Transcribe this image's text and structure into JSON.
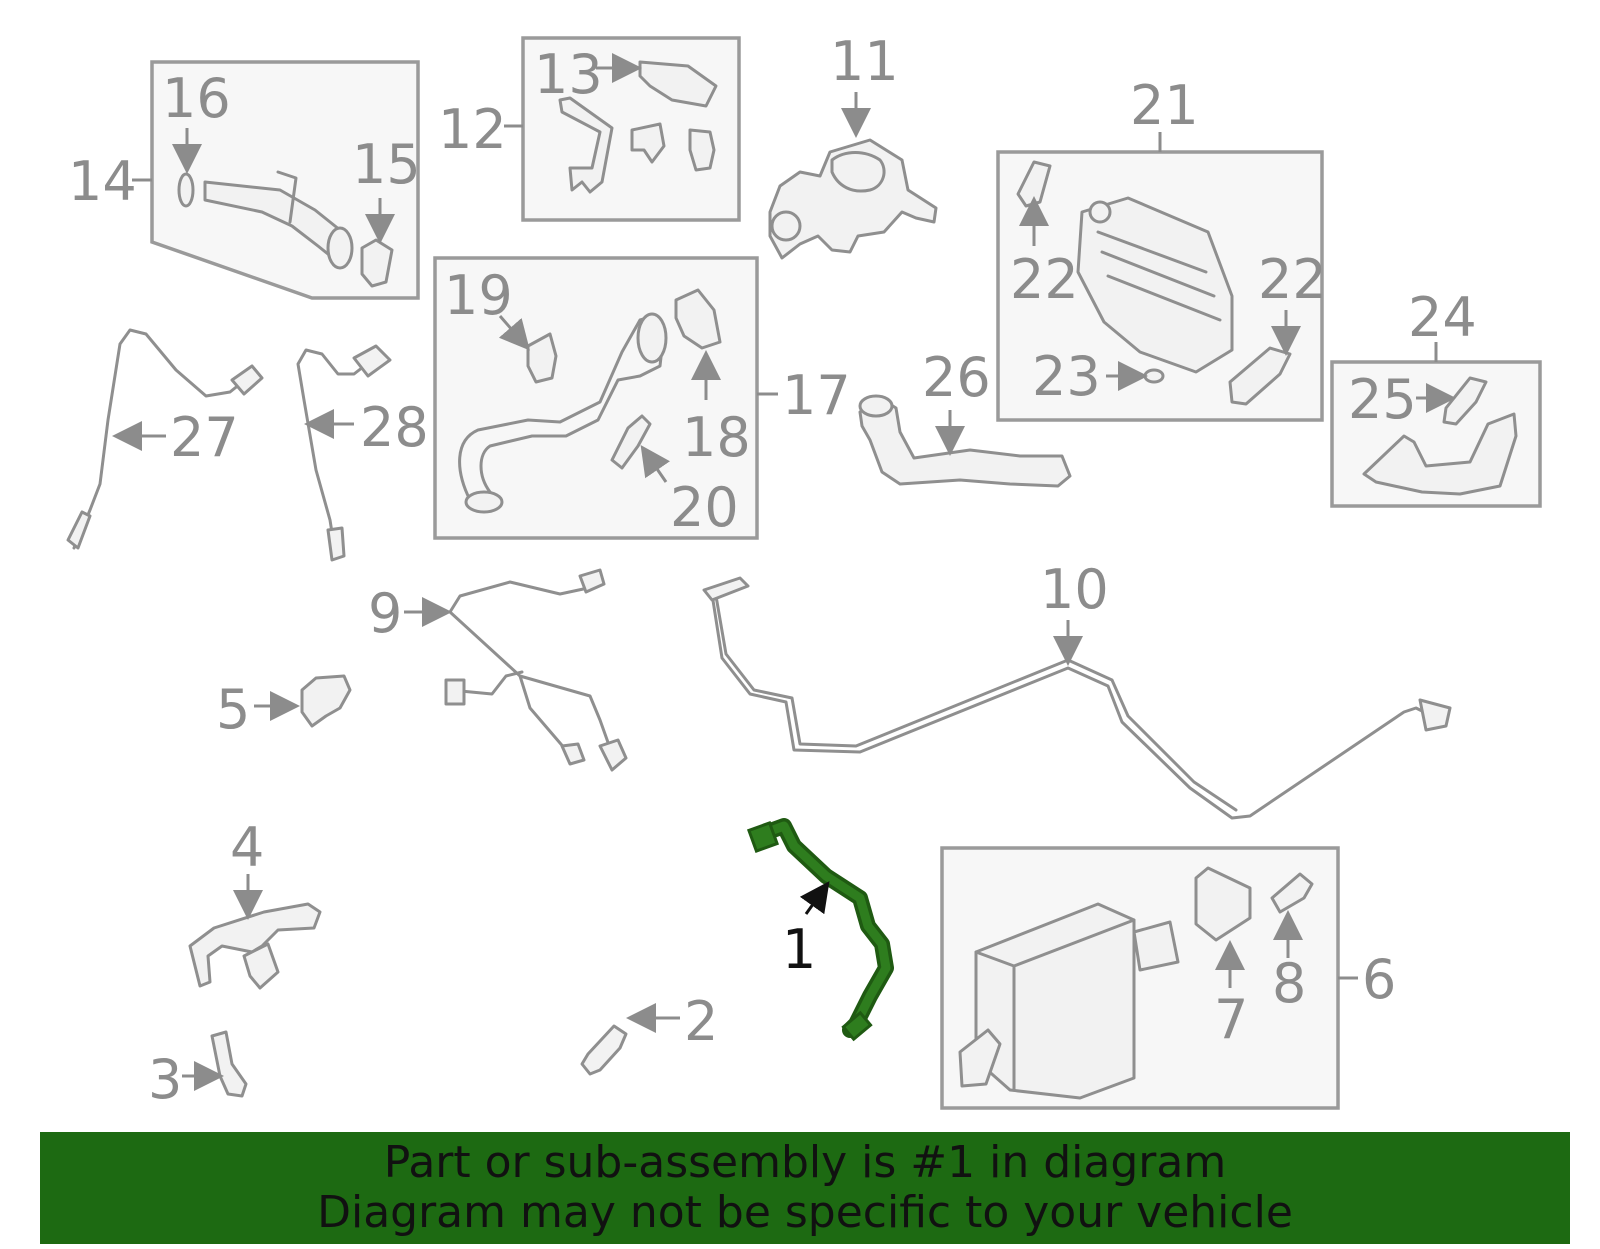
{
  "diagram": {
    "labels": {
      "l1": "1",
      "l2": "2",
      "l3": "3",
      "l4": "4",
      "l5": "5",
      "l6": "6",
      "l7": "7",
      "l8": "8",
      "l9": "9",
      "l10": "10",
      "l11": "11",
      "l12": "12",
      "l13": "13",
      "l14": "14",
      "l15": "15",
      "l16": "16",
      "l17": "17",
      "l18": "18",
      "l19": "19",
      "l20": "20",
      "l21": "21",
      "l22a": "22",
      "l22b": "22",
      "l23": "23",
      "l24": "24",
      "l25": "25",
      "l26": "26",
      "l27": "27",
      "l28": "28"
    },
    "highlight_color": "#1d6a12",
    "highlighted_part": "1"
  },
  "banner": {
    "line1": "Part or sub-assembly is #1 in diagram",
    "line2": "Diagram may not be specific to your vehicle"
  }
}
